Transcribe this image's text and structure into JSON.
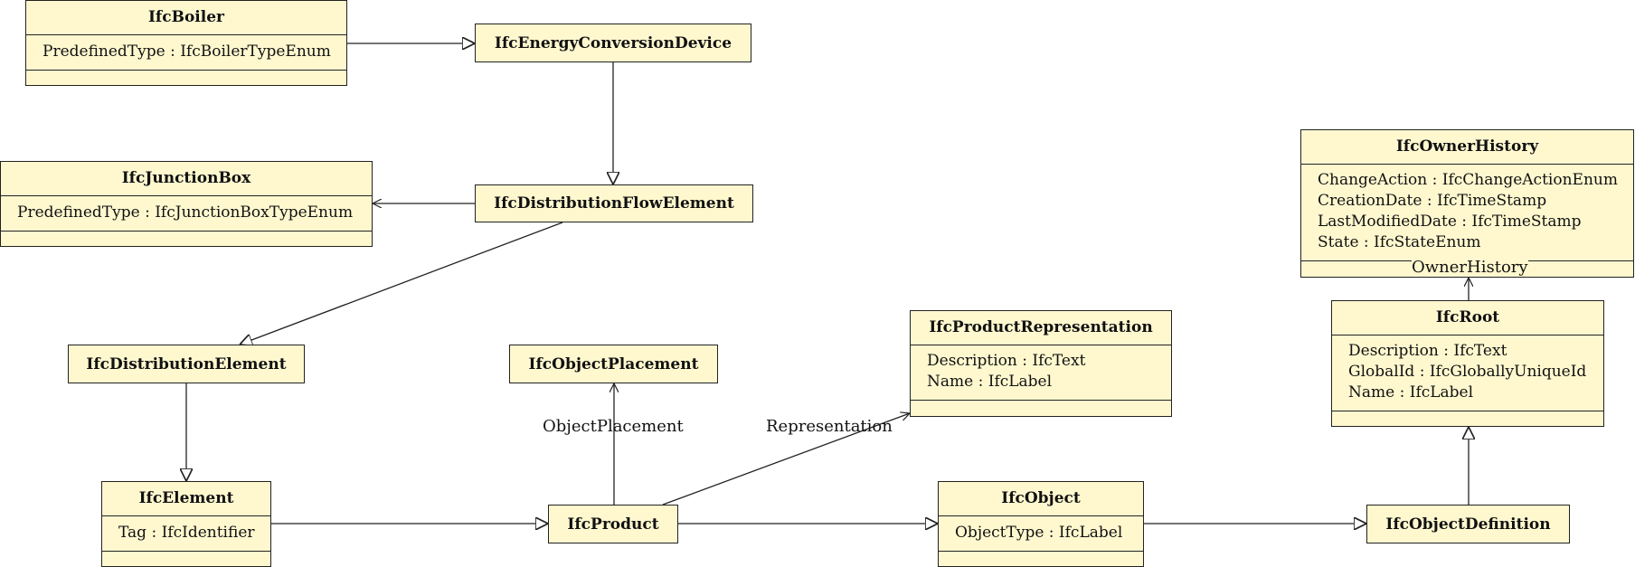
{
  "classes": {
    "ifcboiler": {
      "name": "IfcBoiler",
      "attributes": [
        "PredefinedType : IfcBoilerTypeEnum"
      ]
    },
    "ifcenergyconversiondevice": {
      "name": "IfcEnergyConversionDevice"
    },
    "ifcjunctionbox": {
      "name": "IfcJunctionBox",
      "attributes": [
        "PredefinedType : IfcJunctionBoxTypeEnum"
      ]
    },
    "ifcdistributionflowelement": {
      "name": "IfcDistributionFlowElement"
    },
    "ifcdistributionelement": {
      "name": "IfcDistributionElement"
    },
    "ifcobjectplacement": {
      "name": "IfcObjectPlacement"
    },
    "ifcproductrepresentation": {
      "name": "IfcProductRepresentation",
      "attributes": [
        "Description : IfcText",
        "Name : IfcLabel"
      ]
    },
    "ifcownerhistory": {
      "name": "IfcOwnerHistory",
      "attributes": [
        "ChangeAction : IfcChangeActionEnum",
        "CreationDate : IfcTimeStamp",
        "LastModifiedDate : IfcTimeStamp",
        "State : IfcStateEnum"
      ]
    },
    "ifcroot": {
      "name": "IfcRoot",
      "attributes": [
        "Description : IfcText",
        "GlobalId : IfcGloballyUniqueId",
        "Name : IfcLabel"
      ]
    },
    "ifcelement": {
      "name": "IfcElement",
      "attributes": [
        "Tag : IfcIdentifier"
      ]
    },
    "ifcproduct": {
      "name": "IfcProduct"
    },
    "ifcobject": {
      "name": "IfcObject",
      "attributes": [
        "ObjectType : IfcLabel"
      ]
    },
    "ifcobjectdefinition": {
      "name": "IfcObjectDefinition"
    }
  },
  "roles": {
    "object_placement": "ObjectPlacement",
    "representation": "Representation",
    "owner_history": "OwnerHistory"
  },
  "colors": {
    "box_fill": "#fff8cf",
    "stroke": "#222222"
  }
}
